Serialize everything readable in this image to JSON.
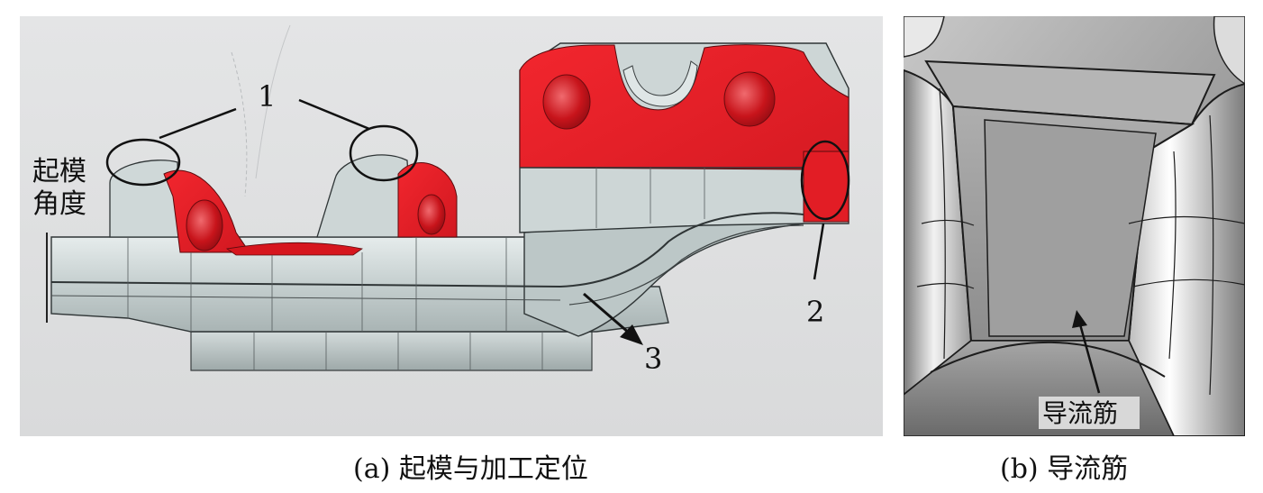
{
  "panel_a": {
    "caption": "(a) 起模与加工定位",
    "callouts": {
      "one": "1",
      "two": "2",
      "three": "3"
    },
    "draft_angle_label": {
      "line1": "起模",
      "line2": "角度"
    }
  },
  "panel_b": {
    "caption": "(b) 导流筋",
    "label": "导流筋"
  },
  "colors": {
    "machining_surface": "#e8212b",
    "part_body": "#c9d2d2",
    "background": "#dcddde"
  }
}
